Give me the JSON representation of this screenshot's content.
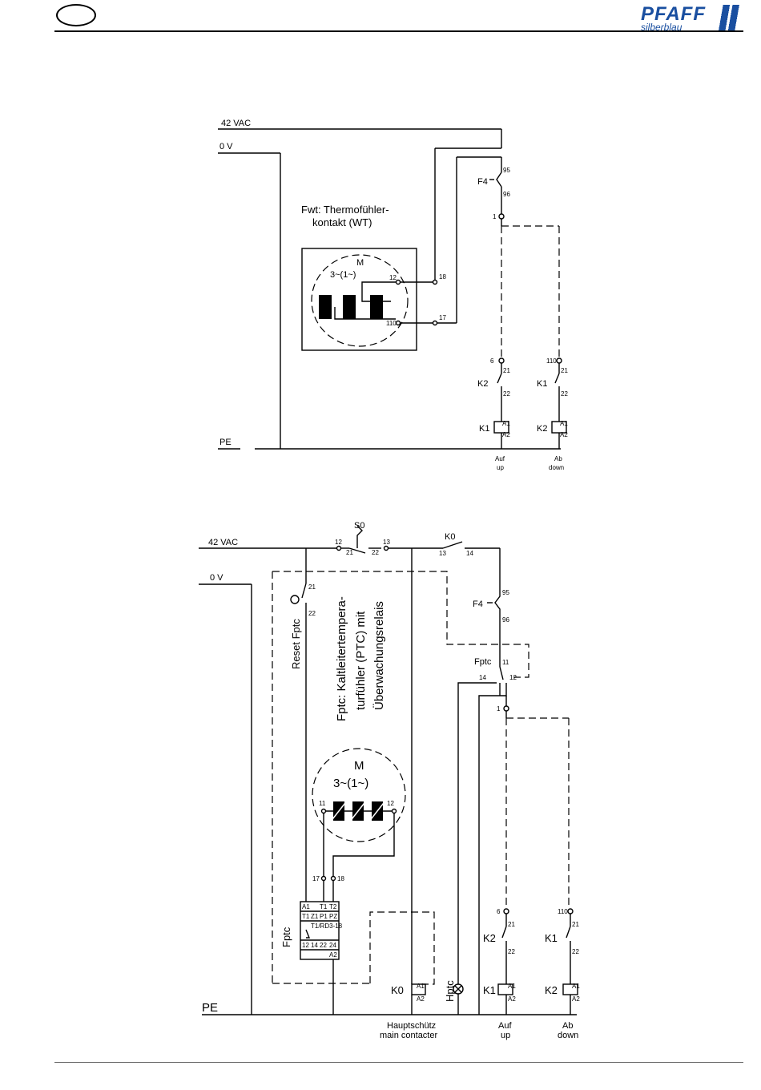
{
  "logo": {
    "brand": "PFAFF",
    "subline": "silberblau"
  },
  "diagram1": {
    "rails": {
      "supply": "42 VAC",
      "neutral": "0 V",
      "earth": "PE"
    },
    "sensor_caption_1": "Fwt: Thermofühler-",
    "sensor_caption_2": "kontakt (WT)",
    "motor_label": "M",
    "motor_phase": "3~(1~)",
    "motor_t12": "12",
    "motor_t110": "110",
    "terminal_18": "18",
    "terminal_17": "17",
    "f4_label": "F4",
    "f4_95": "95",
    "f4_96": "96",
    "node_1": "1",
    "node_6": "6",
    "node_110": "110",
    "k2_contact": "K2",
    "k1_contact": "K1",
    "c21": "21",
    "c22": "22",
    "k1_coil": "K1",
    "k2_coil": "K2",
    "a1": "A1",
    "a2": "A2",
    "up_de": "Auf",
    "up_en": "up",
    "down_de": "Ab",
    "down_en": "down"
  },
  "diagram2": {
    "rails": {
      "supply": "42 VAC",
      "neutral": "0 V",
      "earth": "PE"
    },
    "s0_label": "S0",
    "s0_12": "12",
    "s0_21": "21",
    "s0_22": "22",
    "s0_13": "13",
    "k0_label": "K0",
    "k0_13": "13",
    "k0_14": "14",
    "reset_label": "Reset Fptc",
    "reset_21": "21",
    "reset_22": "22",
    "fptc_caption_1": "Fptc: Kaltleitertempera-",
    "fptc_caption_2": "turfühler (PTC) mit",
    "fptc_caption_3": "Überwachungsrelais",
    "f4_label": "F4",
    "f4_95": "95",
    "f4_96": "96",
    "fptc_contact": "Fptc",
    "fptc_11": "11",
    "fptc_14": "14",
    "fptc_12": "12",
    "node_1": "1",
    "motor_label": "M",
    "motor_phase": "3~(1~)",
    "motor_11": "11",
    "motor_12": "12",
    "t17": "17",
    "t18": "18",
    "relay_row1": [
      "A1",
      "T1",
      "T2"
    ],
    "relay_row2": [
      "T1",
      "Z1",
      "P1",
      "PZ"
    ],
    "relay_type": "T1/RD3-18",
    "relay_row3": [
      "12",
      "14",
      "22",
      "24"
    ],
    "relay_a2": "A2",
    "fptc_device": "Fptc",
    "node_6": "6",
    "node_110": "110",
    "k2_contact": "K2",
    "k1_contact": "K1",
    "c21": "21",
    "c22": "22",
    "k0_coil": "K0",
    "hptc": "Hptc",
    "k1_coil": "K1",
    "k2_coil": "K2",
    "a1": "A1",
    "a2": "A2",
    "main_de": "Hauptschütz",
    "main_en": "main contacter",
    "up_de": "Auf",
    "up_en": "up",
    "down_de": "Ab",
    "down_en": "down"
  }
}
